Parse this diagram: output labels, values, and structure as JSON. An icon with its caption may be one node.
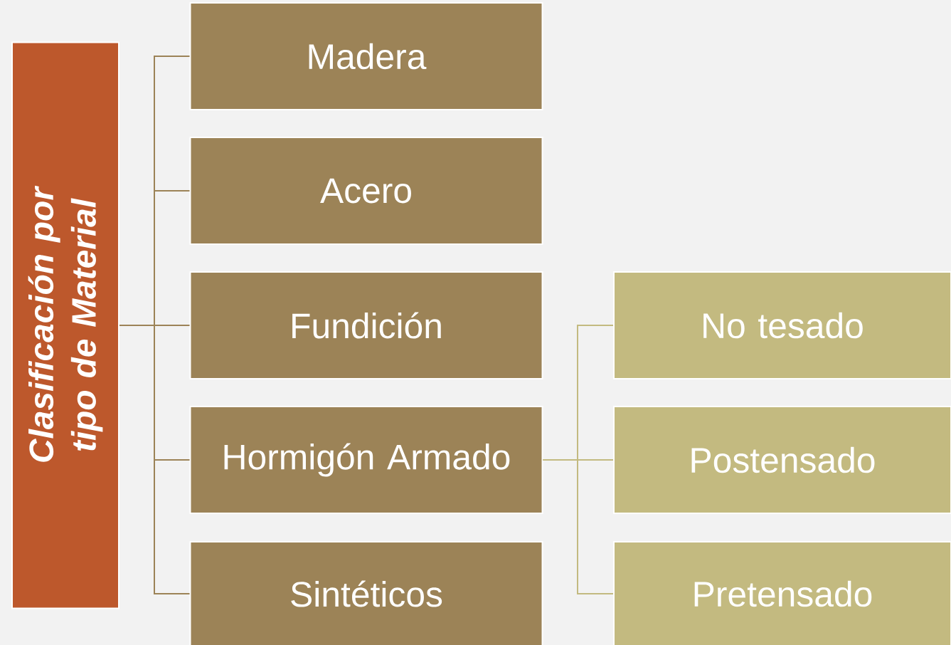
{
  "diagram": {
    "nodes": [
      {
        "text": [
          "Clasificación por tipo de Material"
        ]
      },
      {
        "text": [
          "Madera"
        ]
      },
      {
        "text": [
          "Acero"
        ]
      },
      {
        "text": [
          "Fundición"
        ]
      },
      {
        "text": [
          "Hormigón Armado"
        ]
      },
      {
        "text": [
          "Sintéticos"
        ]
      },
      {
        "text": [
          "No tesado"
        ]
      },
      {
        "text": [
          "Postensado"
        ]
      },
      {
        "text": [
          "Pretensado"
        ]
      }
    ],
    "edges": [
      {
        "from": 0,
        "to": 1,
        "arrow": "none"
      },
      {
        "from": 0,
        "to": 2,
        "arrow": "none"
      },
      {
        "from": 0,
        "to": 3,
        "arrow": "none"
      },
      {
        "from": 0,
        "to": 4,
        "arrow": "none"
      },
      {
        "from": 0,
        "to": 5,
        "arrow": "none"
      },
      {
        "from": 4,
        "to": 6,
        "arrow": "none",
        "color": "#c3ba80"
      },
      {
        "from": 4,
        "to": 7,
        "arrow": "none",
        "color": "#c3ba80"
      },
      {
        "from": 4,
        "to": 8,
        "arrow": "none",
        "color": "#c3ba80"
      }
    ]
  }
}
